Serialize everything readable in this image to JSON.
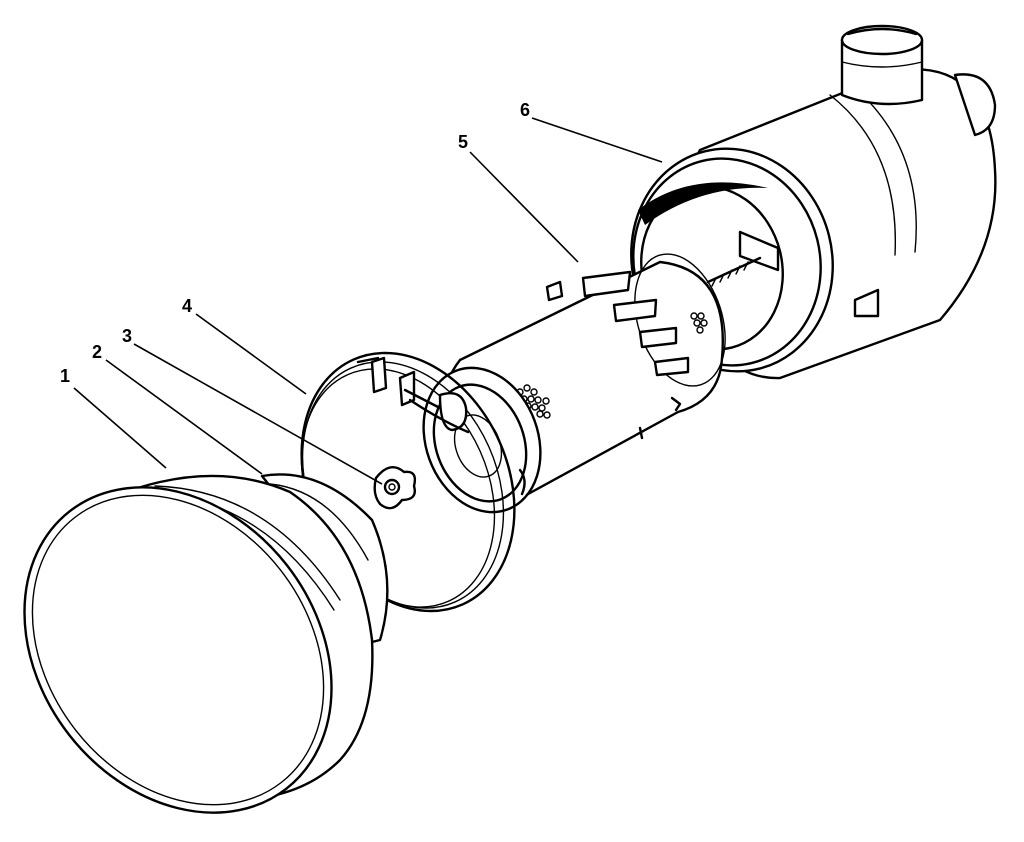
{
  "callouts": [
    {
      "label": "1"
    },
    {
      "label": "2"
    },
    {
      "label": "3"
    },
    {
      "label": "4"
    },
    {
      "label": "5"
    },
    {
      "label": "6"
    }
  ],
  "colors": {
    "line": "#000000",
    "background": "#ffffff"
  }
}
